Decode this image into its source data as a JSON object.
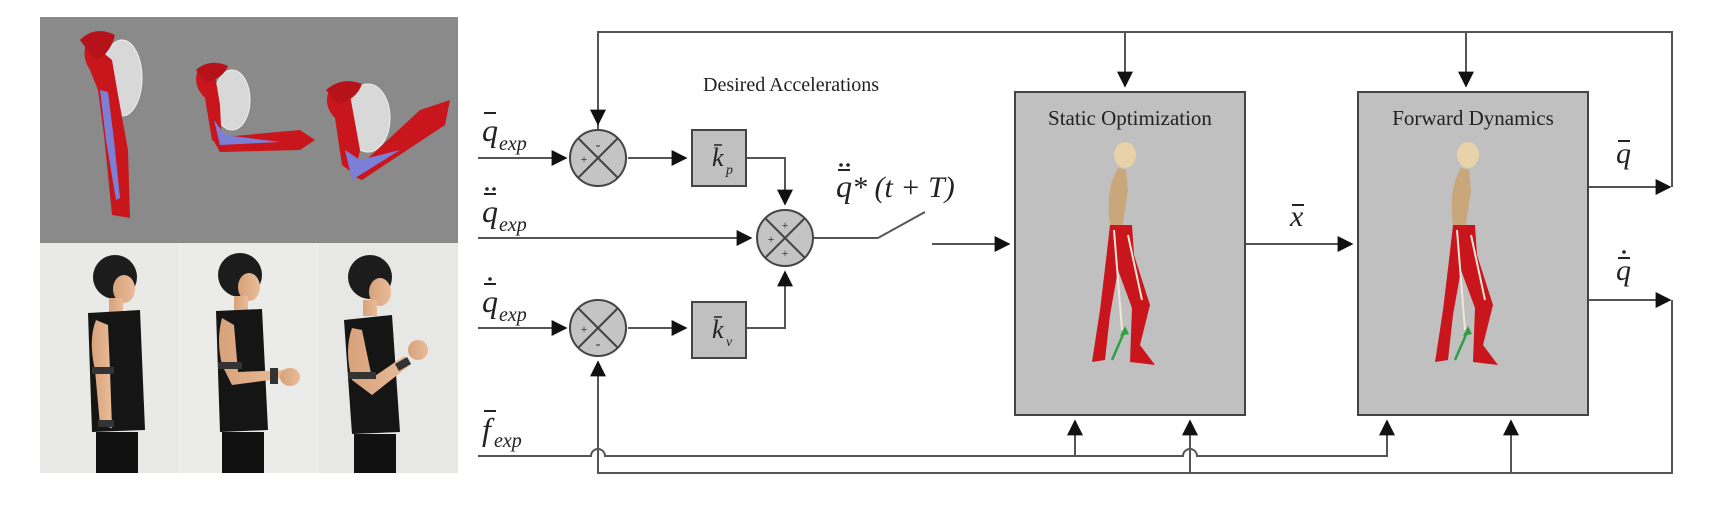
{
  "figure": {
    "left_panel": {
      "top_row": "musculoskeletal arm model renders (3 poses)",
      "bottom_row": "subject photos with armbands (3 poses)",
      "poses": [
        "arm extended",
        "elbow flexed 90°",
        "elbow flexed"
      ]
    },
    "inputs": {
      "q_exp": {
        "symbol": "q",
        "subscript": "exp",
        "accent": "vector-bar"
      },
      "qddot_exp": {
        "symbol": "q",
        "subscript": "exp",
        "accent": "double-dot"
      },
      "qdot_exp": {
        "symbol": "q",
        "subscript": "exp",
        "accent": "single-dot"
      },
      "f_exp": {
        "symbol": "f",
        "subscript": "exp",
        "accent": "vector-bar"
      }
    },
    "sum1_signs": {
      "top": "-",
      "left": "+"
    },
    "sum2_signs": {
      "left": "+",
      "bottom": "-"
    },
    "sum_center_signs": {
      "top": "+",
      "left": "+",
      "bottom": "+"
    },
    "gain_p": {
      "symbol": "k",
      "subscript": "p"
    },
    "gain_v": {
      "symbol": "k",
      "subscript": "v"
    },
    "desired_accel_label": "Desired Accelerations",
    "predicted_accel": {
      "symbol": "q",
      "suffix": "* (t + T)"
    },
    "blocks": {
      "static_optimization": "Static Optimization",
      "forward_dynamics": "Forward Dynamics"
    },
    "signal_x": {
      "symbol": "x"
    },
    "outputs": {
      "q": {
        "symbol": "q"
      },
      "qdot": {
        "symbol": "q"
      }
    }
  },
  "colors": {
    "render_bg": "#8a8a8a",
    "block_fill": "#c0c0c0",
    "sum_fill": "#c4c4c4",
    "muscle_red": "#c8161c",
    "tendon_blue": "#7c7fd6",
    "force_arrow": "#2ea043",
    "line": "#555555"
  }
}
